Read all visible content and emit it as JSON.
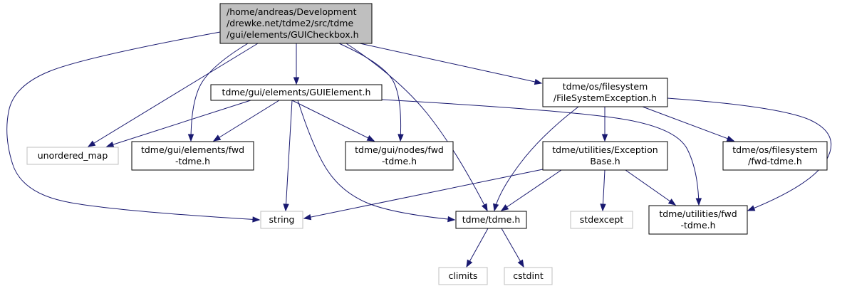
{
  "colors": {
    "focus_fill": "#bfbfbf",
    "node_border": "#000000",
    "system_border": "#bfbfbf",
    "edge": "#191970",
    "background": "#ffffff"
  },
  "nodes": [
    {
      "id": "gui_checkbox",
      "kind": "focus",
      "lines": [
        "/home/andreas/Development",
        "/drewke.net/tdme2/src/tdme",
        "/gui/elements/GUICheckbox.h"
      ]
    },
    {
      "id": "gui_element",
      "kind": "header",
      "lines": [
        "tdme/gui/elements/GUIElement.h"
      ]
    },
    {
      "id": "fs_exception",
      "kind": "header",
      "lines": [
        "tdme/os/filesystem",
        "/FileSystemException.h"
      ]
    },
    {
      "id": "unordered_map",
      "kind": "system",
      "lines": [
        "unordered_map"
      ]
    },
    {
      "id": "elements_fwd",
      "kind": "header",
      "lines": [
        "tdme/gui/elements/fwd",
        "-tdme.h"
      ]
    },
    {
      "id": "nodes_fwd",
      "kind": "header",
      "lines": [
        "tdme/gui/nodes/fwd",
        "-tdme.h"
      ]
    },
    {
      "id": "exception_base",
      "kind": "header",
      "lines": [
        "tdme/utilities/Exception",
        "Base.h"
      ]
    },
    {
      "id": "filesystem_fwd",
      "kind": "header",
      "lines": [
        "tdme/os/filesystem",
        "/fwd-tdme.h"
      ]
    },
    {
      "id": "string",
      "kind": "system",
      "lines": [
        "string"
      ]
    },
    {
      "id": "tdme_h",
      "kind": "header",
      "lines": [
        "tdme/tdme.h"
      ]
    },
    {
      "id": "stdexcept",
      "kind": "system",
      "lines": [
        "stdexcept"
      ]
    },
    {
      "id": "utilities_fwd",
      "kind": "header",
      "lines": [
        "tdme/utilities/fwd",
        "-tdme.h"
      ]
    },
    {
      "id": "climits",
      "kind": "system",
      "lines": [
        "climits"
      ]
    },
    {
      "id": "cstdint",
      "kind": "system",
      "lines": [
        "cstdint"
      ]
    }
  ],
  "edges": [
    {
      "from": "gui_checkbox",
      "to": "gui_element"
    },
    {
      "from": "gui_checkbox",
      "to": "fs_exception"
    },
    {
      "from": "gui_checkbox",
      "to": "unordered_map"
    },
    {
      "from": "gui_checkbox",
      "to": "elements_fwd"
    },
    {
      "from": "gui_checkbox",
      "to": "nodes_fwd"
    },
    {
      "from": "gui_checkbox",
      "to": "string"
    },
    {
      "from": "gui_checkbox",
      "to": "tdme_h"
    },
    {
      "from": "gui_element",
      "to": "unordered_map"
    },
    {
      "from": "gui_element",
      "to": "elements_fwd"
    },
    {
      "from": "gui_element",
      "to": "nodes_fwd"
    },
    {
      "from": "gui_element",
      "to": "string"
    },
    {
      "from": "gui_element",
      "to": "tdme_h"
    },
    {
      "from": "gui_element",
      "to": "utilities_fwd"
    },
    {
      "from": "fs_exception",
      "to": "exception_base"
    },
    {
      "from": "fs_exception",
      "to": "filesystem_fwd"
    },
    {
      "from": "fs_exception",
      "to": "tdme_h"
    },
    {
      "from": "fs_exception",
      "to": "utilities_fwd"
    },
    {
      "from": "exception_base",
      "to": "string"
    },
    {
      "from": "exception_base",
      "to": "tdme_h"
    },
    {
      "from": "exception_base",
      "to": "stdexcept"
    },
    {
      "from": "exception_base",
      "to": "utilities_fwd"
    },
    {
      "from": "tdme_h",
      "to": "climits"
    },
    {
      "from": "tdme_h",
      "to": "cstdint"
    }
  ]
}
